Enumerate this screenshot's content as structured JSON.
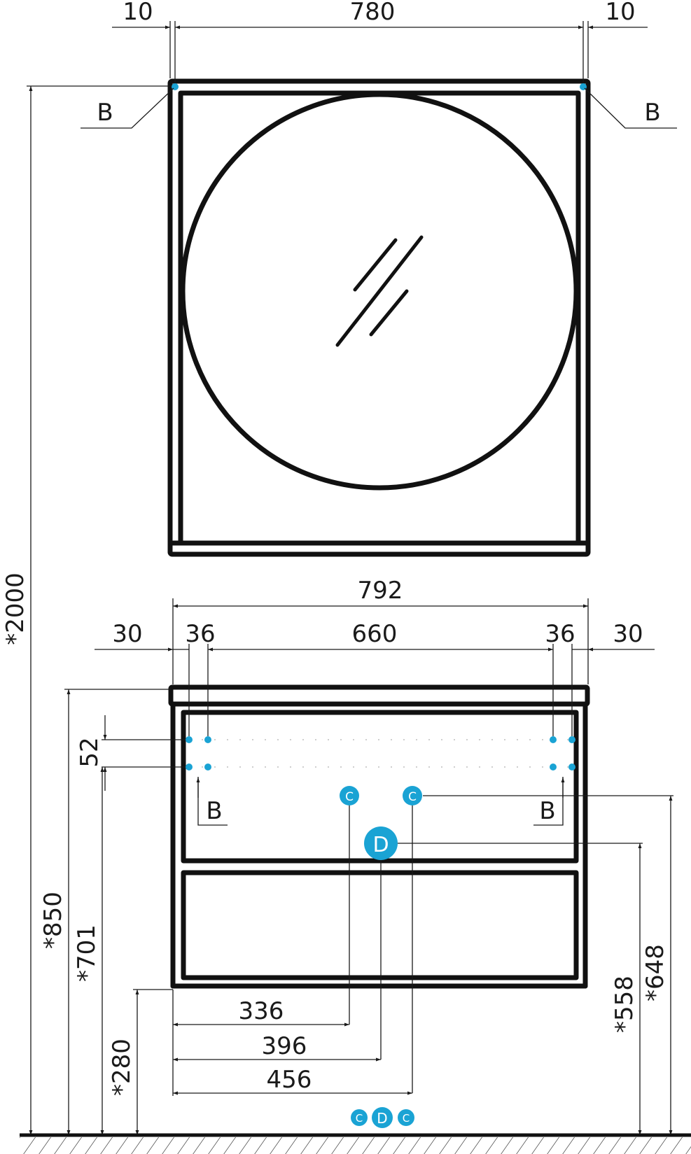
{
  "colors": {
    "line": "#111111",
    "accent": "#1aa3d4",
    "background": "#ffffff"
  },
  "mirror": {
    "dimensions": {
      "left_gap": "10",
      "width": "780",
      "right_gap": "10"
    },
    "callout_left": "B",
    "callout_right": "B"
  },
  "cabinet": {
    "dimensions": {
      "total_width": "792",
      "left_offset": "30",
      "left_inset": "36",
      "hole_spacing": "660",
      "right_inset": "36",
      "right_offset": "30",
      "hole_vertical": "52",
      "height_top": "*850",
      "height_holes": "*701",
      "height_bottom": "*280",
      "total_height": "*2000",
      "outlet_d_height": "*558",
      "outlet_c_height": "*648",
      "c_left_x": "336",
      "d_x": "396",
      "c_right_x": "456"
    },
    "callout_left": "B",
    "callout_right": "B"
  },
  "markers": {
    "c": "C",
    "d": "D"
  }
}
